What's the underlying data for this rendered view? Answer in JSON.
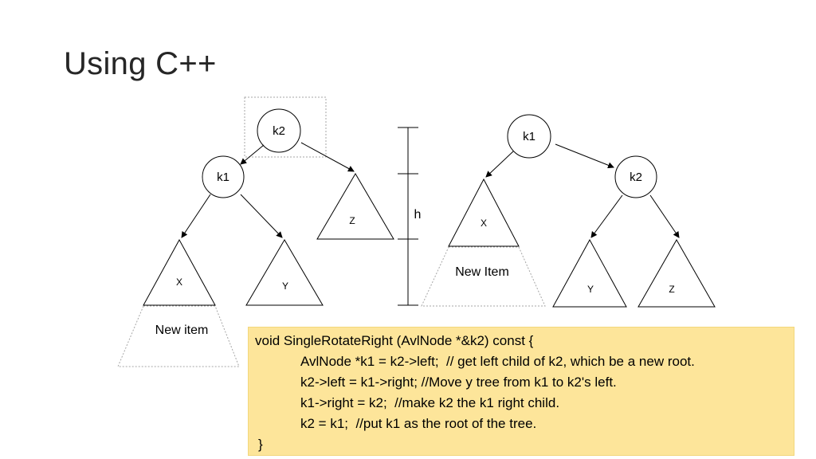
{
  "slide": {
    "title": "Using C++"
  },
  "left_tree": {
    "root": "k2",
    "left_child": "k1",
    "right_subtree": "Z",
    "ll_subtree": "X",
    "lr_subtree": "Y",
    "new_item": "New item"
  },
  "height_marker": {
    "label": "h"
  },
  "right_tree": {
    "root": "k1",
    "right_child": "k2",
    "left_subtree": "X",
    "new_item": "New Item",
    "rl_subtree": "Y",
    "rr_subtree": "Z"
  },
  "code": {
    "lines": [
      "void SingleRotateRight (AvlNode *&k2) const {",
      "AvlNode *k1 = k2->left;  // get left child of k2, which be a new root.",
      "k2->left = k1->right; //Move y tree from k1 to k2's left.",
      "k1->right = k2;  //make k2 the k1 right child.",
      "k2 = k1;  //put k1 as the root of the tree.",
      "}"
    ]
  },
  "colors": {
    "code_bg": "#fde59a",
    "dotted": "#a6a6a6",
    "stroke": "#000000"
  }
}
